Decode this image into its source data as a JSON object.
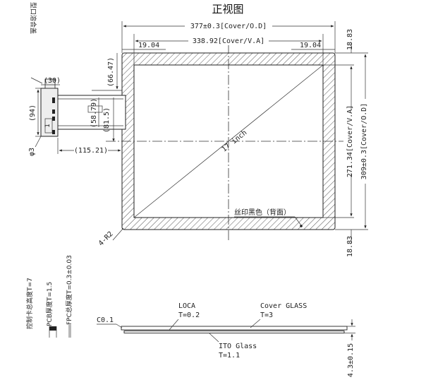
{
  "title": "正视图",
  "front_view": {
    "width_total": "377±0.3[Cover/O.D]",
    "width_va": "338.92[Cover/V.A]",
    "border_left": "19.04",
    "border_right": "19.04",
    "height_total": "309±0.3[Cover/O.D]",
    "height_va": "271.34[Cover/V.A]",
    "border_top": "18.83",
    "border_bottom": "18.83",
    "diagonal": "17 inch",
    "corner_radius": "4-R2",
    "silkscreen_note": "丝印黑色（背面）"
  },
  "fpc": {
    "label_30": "(30)",
    "label_94": "(94)",
    "label_6647": "(66.47)",
    "label_5879": "(58.79)",
    "label_815": "(81.5)",
    "label_11521": "(115.21)",
    "label_phi3": "φ3",
    "part_mark": "1",
    "tail_note": "Z 型口溶合盖"
  },
  "side_view": {
    "controller_thickness": "控制卡总高度T=7",
    "pcb_thickness": "PCB厚度T=1.5",
    "fpc_thickness": "FPC总厚度T=0.3±0.03",
    "chamfer": "C0.1",
    "loca_name": "LOCA",
    "loca_t": "T=0.2",
    "cover_name": "Cover GLASS",
    "cover_t": "T=3",
    "ito_name": "ITO Glass",
    "ito_t": "T=1.1",
    "total_thickness": "4.3±0.15"
  }
}
